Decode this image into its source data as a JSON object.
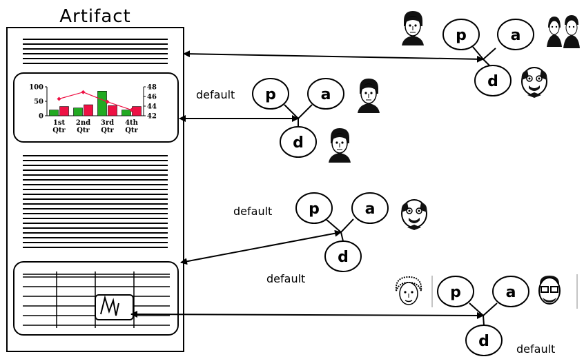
{
  "title": "Artifact",
  "labels": {
    "p": "p",
    "a": "a",
    "d": "d",
    "default": "default"
  },
  "chart_data": {
    "type": "bar",
    "categories": [
      "1st Qtr",
      "2nd Qtr",
      "3rd Qtr",
      "4th Qtr"
    ],
    "category_lines": [
      [
        "1st",
        "Qtr"
      ],
      [
        "2nd",
        "Qtr"
      ],
      [
        "3rd",
        "Qtr"
      ],
      [
        "4th",
        "Qtr"
      ]
    ],
    "series": [
      {
        "color": "#22aa22",
        "values": [
          20,
          27,
          85,
          20
        ]
      },
      {
        "color": "#ee1144",
        "values": [
          32,
          38,
          35,
          32
        ]
      }
    ],
    "line_series": {
      "color": "#ee1144",
      "values": [
        45.5,
        46.9,
        44.9,
        43.2
      ]
    },
    "ylim": [
      0,
      100
    ],
    "yticks": [
      "100",
      "50",
      "0"
    ],
    "y2lim": [
      42,
      48
    ],
    "y2ticks": [
      "48",
      "46",
      "44",
      "42"
    ],
    "grid": false
  },
  "icons": {
    "face_young_man": "face-young-man-icon",
    "face_couple": "face-couple-icon",
    "face_bald_man": "face-bald-man-icon",
    "face_woman": "face-woman-icon",
    "face_glasses_man": "face-glasses-man-icon",
    "spreadsheet_graph": "graph-icon"
  },
  "colors": {
    "stroke": "#000000",
    "bar_green": "#22aa22",
    "bar_red": "#ee1144"
  }
}
